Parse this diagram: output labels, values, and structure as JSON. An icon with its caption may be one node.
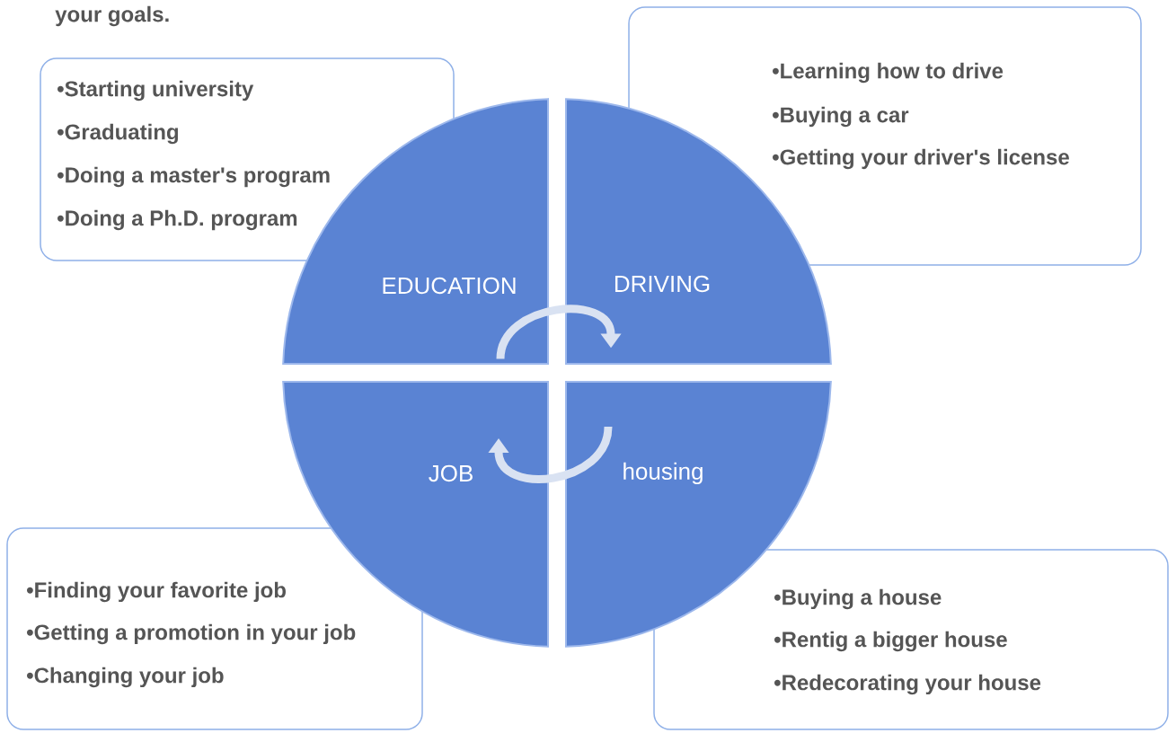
{
  "diagram": {
    "nodes": [
      {
        "text": [
          "EDUCATION"
        ]
      },
      {
        "text": [
          "DRIVING"
        ]
      },
      {
        "text": [
          "JOB"
        ]
      },
      {
        "text": [
          "housing"
        ]
      },
      {
        "text": [
          "•Starting university",
          "•Graduating",
          "•Doing a master's program",
          "•Doing a Ph.D. program"
        ]
      },
      {
        "text": [
          "•Learning how to drive",
          "•Buying a car",
          "•Getting your driver's license"
        ]
      },
      {
        "text": [
          "•Finding your favorite job",
          "•Getting a promotion in your job",
          "•Changing your job"
        ]
      },
      {
        "text": [
          "•Buying a house",
          "•Rentig a bigger house",
          "•Redecorating your house"
        ]
      }
    ],
    "edges": [
      {
        "from": 0,
        "to": 1,
        "arrow": "to"
      },
      {
        "from": 3,
        "to": 2,
        "arrow": "to"
      }
    ],
    "labels": [
      "your goals."
    ]
  }
}
